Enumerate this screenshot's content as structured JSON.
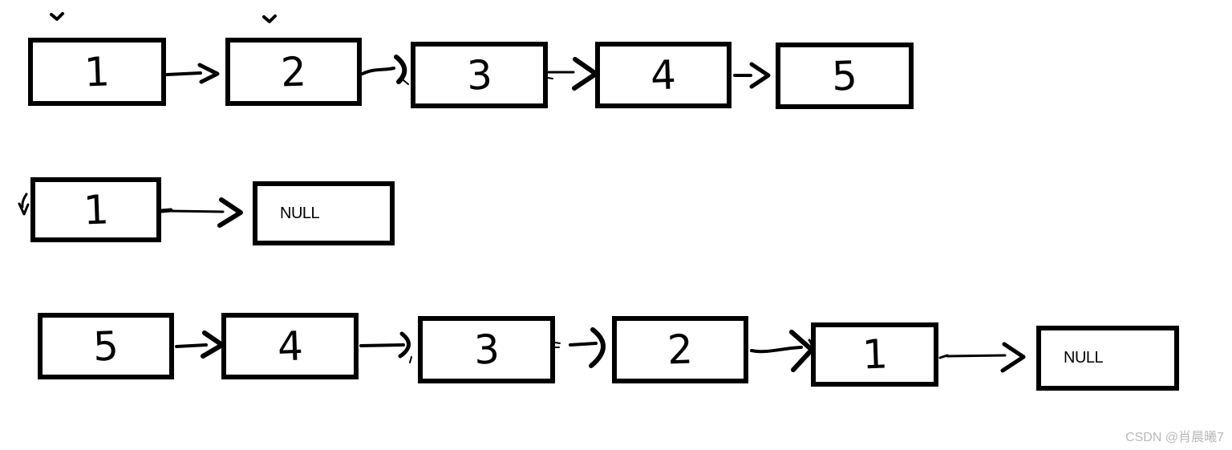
{
  "canvas": {
    "background": "#ffffff",
    "ink": "#000000"
  },
  "watermark": {
    "text": "CSDN @肖晨曦7",
    "color": "#b9b9b9"
  },
  "lists": {
    "original": {
      "label": "singly-linked-list-1-to-5",
      "nodes": [
        "1",
        "2",
        "3",
        "4",
        "5"
      ]
    },
    "base_case": {
      "label": "single-node-list",
      "nodes": [
        "1"
      ],
      "terminator": "NULL"
    },
    "reversed": {
      "label": "reversed-list-5-to-1",
      "nodes": [
        "5",
        "4",
        "3",
        "2",
        "1"
      ],
      "terminator": "NULL"
    }
  }
}
